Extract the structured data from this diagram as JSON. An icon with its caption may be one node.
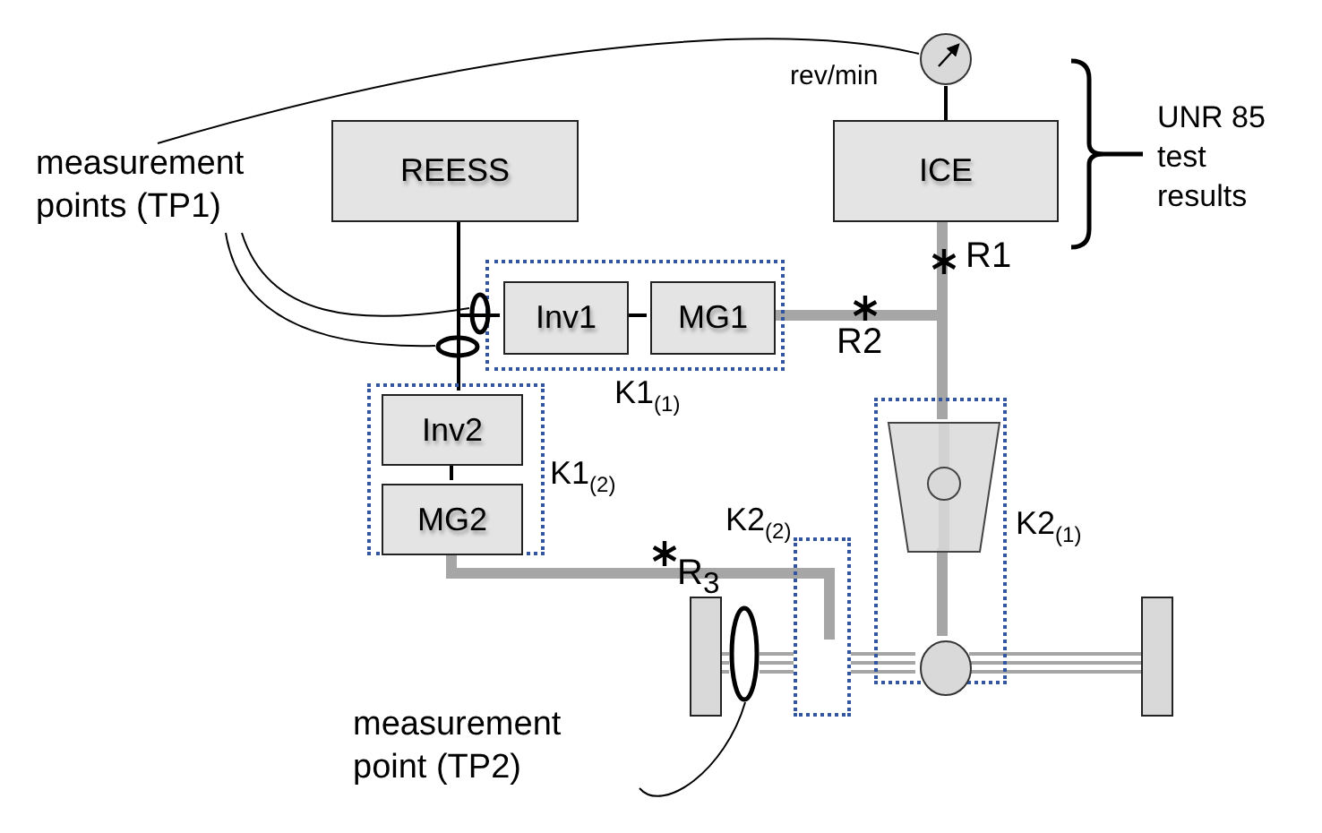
{
  "diagram": {
    "nodes": [
      {
        "text": [
          "REESS"
        ]
      },
      {
        "text": [
          "ICE"
        ]
      },
      {
        "text": [
          "K1$_{(1)}$"
        ]
      },
      {
        "text": [
          "Inv1"
        ],
        "in": 2
      },
      {
        "text": [
          "MG1"
        ],
        "in": 2
      },
      {
        "text": [
          "K1$_{(2)}$"
        ]
      },
      {
        "text": [
          "Inv2"
        ],
        "in": 5
      },
      {
        "text": [
          "MG2"
        ],
        "in": 5
      },
      {
        "text": [
          "K2$_{(1)}$"
        ]
      },
      {
        "text": [],
        "shape": "trapezoid",
        "in": 8
      },
      {
        "text": [],
        "shape": "circle",
        "in": 8
      },
      {
        "text": [
          "K2$_{(2)}$"
        ]
      },
      {
        "text": [
          "measurement points (TP1)"
        ]
      },
      {
        "text": [
          "measurement point (TP2)"
        ]
      },
      {
        "text": [],
        "shape": "circle",
        "beside": [
          "rev/min"
        ]
      },
      {
        "text": [],
        "shape": "ellipse"
      },
      {
        "text": [],
        "shape": "ellipse"
      },
      {
        "text": [],
        "shape": "ellipse"
      },
      {
        "text": [],
        "shape": "box"
      },
      {
        "text": [],
        "shape": "box"
      }
    ],
    "edges": [
      {
        "from": 0,
        "to": 3,
        "arrow": "none"
      },
      {
        "from": 0,
        "to": 6,
        "arrow": "none"
      },
      {
        "from": 3,
        "to": 4,
        "arrow": "none"
      },
      {
        "from": 6,
        "to": 7,
        "arrow": "none"
      },
      {
        "from": 1,
        "to": 14,
        "arrow": "none"
      },
      {
        "from": 1,
        "to": 9,
        "arrow": "none",
        "style": "thick",
        "color": "#a6a6a6"
      },
      {
        "from": 4,
        "to": 9,
        "arrow": "none",
        "style": "thick",
        "color": "#a6a6a6"
      },
      {
        "from": 9,
        "to": 10,
        "arrow": "none",
        "style": "thick",
        "color": "#a6a6a6"
      },
      {
        "from": 7,
        "to": 11,
        "arrow": "none",
        "style": "thick",
        "color": "#a6a6a6"
      },
      {
        "from": 10,
        "to": 11,
        "arrow": "none",
        "color": "#a6a6a6"
      },
      {
        "from": 11,
        "to": 17,
        "arrow": "none",
        "color": "#a6a6a6"
      },
      {
        "from": 17,
        "to": 18,
        "arrow": "none",
        "color": "#a6a6a6"
      },
      {
        "from": 10,
        "to": 19,
        "arrow": "none",
        "color": "#a6a6a6"
      },
      {
        "from": 12,
        "to": 15,
        "arrow": "none"
      },
      {
        "from": 12,
        "to": 16,
        "arrow": "none"
      },
      {
        "from": 12,
        "to": 14,
        "arrow": "none"
      },
      {
        "from": 13,
        "to": 17,
        "arrow": "none"
      }
    ],
    "labels": [
      "R1",
      "R2",
      "R$_{3}$",
      "UNR 85 test results"
    ]
  }
}
